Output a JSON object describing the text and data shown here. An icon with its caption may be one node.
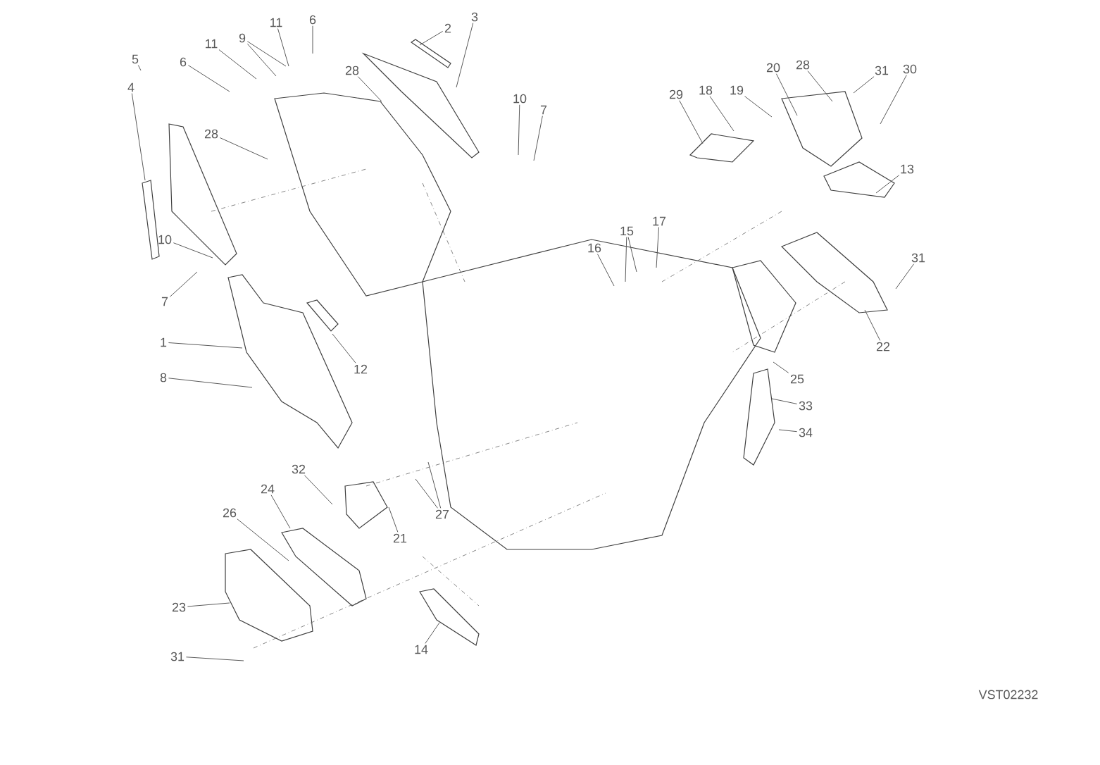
{
  "diagram": {
    "nodes": [
      {
        "text": [
          "5"
        ]
      },
      {
        "text": [
          "4"
        ]
      },
      {
        "text": [
          "6"
        ]
      },
      {
        "text": [
          "11"
        ]
      },
      {
        "text": [
          "9"
        ]
      },
      {
        "text": [
          "11"
        ]
      },
      {
        "text": [
          "6"
        ]
      },
      {
        "text": [
          "28"
        ]
      },
      {
        "text": [
          "28"
        ]
      },
      {
        "text": [
          "2"
        ]
      },
      {
        "text": [
          "3"
        ]
      },
      {
        "text": [
          "10"
        ]
      },
      {
        "text": [
          "7"
        ]
      },
      {
        "text": [
          "10"
        ]
      },
      {
        "text": [
          "7"
        ]
      },
      {
        "text": [
          "1"
        ]
      },
      {
        "text": [
          "12"
        ]
      },
      {
        "text": [
          "8"
        ]
      },
      {
        "text": [
          "29"
        ]
      },
      {
        "text": [
          "18"
        ]
      },
      {
        "text": [
          "19"
        ]
      },
      {
        "text": [
          "20"
        ]
      },
      {
        "text": [
          "28"
        ]
      },
      {
        "text": [
          "31"
        ]
      },
      {
        "text": [
          "30"
        ]
      },
      {
        "text": [
          "13"
        ]
      },
      {
        "text": [
          "31"
        ]
      },
      {
        "text": [
          "22"
        ]
      },
      {
        "text": [
          "17"
        ]
      },
      {
        "text": [
          "15"
        ]
      },
      {
        "text": [
          "16"
        ]
      },
      {
        "text": [
          "25"
        ]
      },
      {
        "text": [
          "33"
        ]
      },
      {
        "text": [
          "34"
        ]
      },
      {
        "text": [
          "32"
        ]
      },
      {
        "text": [
          "24"
        ]
      },
      {
        "text": [
          "21"
        ]
      },
      {
        "text": [
          "27"
        ]
      },
      {
        "text": [
          "26"
        ]
      },
      {
        "text": [
          "23"
        ]
      },
      {
        "text": [
          "14"
        ]
      },
      {
        "text": [
          "31"
        ]
      }
    ],
    "edges": [
      {
        "from": 0,
        "to": null,
        "arrow": "none"
      },
      {
        "from": 1,
        "to": null,
        "arrow": "none"
      },
      {
        "from": 2,
        "to": null,
        "arrow": "none"
      },
      {
        "from": 3,
        "to": null,
        "arrow": "none"
      },
      {
        "from": 4,
        "to": null,
        "arrow": "none"
      },
      {
        "from": 4,
        "to": null,
        "arrow": "none"
      },
      {
        "from": 5,
        "to": null,
        "arrow": "none"
      },
      {
        "from": 6,
        "to": null,
        "arrow": "none"
      },
      {
        "from": 7,
        "to": null,
        "arrow": "none"
      },
      {
        "from": 8,
        "to": null,
        "arrow": "none"
      },
      {
        "from": 9,
        "to": null,
        "arrow": "none"
      },
      {
        "from": 10,
        "to": null,
        "arrow": "none"
      },
      {
        "from": 11,
        "to": null,
        "arrow": "none"
      },
      {
        "from": 12,
        "to": null,
        "arrow": "none"
      },
      {
        "from": 13,
        "to": null,
        "arrow": "none"
      },
      {
        "from": 14,
        "to": null,
        "arrow": "none"
      },
      {
        "from": 15,
        "to": null,
        "arrow": "none"
      },
      {
        "from": 16,
        "to": null,
        "arrow": "none"
      },
      {
        "from": 17,
        "to": null,
        "arrow": "none"
      },
      {
        "from": 18,
        "to": null,
        "arrow": "none"
      },
      {
        "from": 19,
        "to": null,
        "arrow": "none"
      },
      {
        "from": 20,
        "to": null,
        "arrow": "none"
      },
      {
        "from": 21,
        "to": null,
        "arrow": "none"
      },
      {
        "from": 22,
        "to": null,
        "arrow": "none"
      },
      {
        "from": 23,
        "to": null,
        "arrow": "none"
      },
      {
        "from": 24,
        "to": null,
        "arrow": "none"
      },
      {
        "from": 25,
        "to": null,
        "arrow": "none"
      },
      {
        "from": 26,
        "to": null,
        "arrow": "none"
      },
      {
        "from": 27,
        "to": null,
        "arrow": "none"
      },
      {
        "from": 28,
        "to": null,
        "arrow": "none"
      },
      {
        "from": 29,
        "to": null,
        "arrow": "none"
      },
      {
        "from": 29,
        "to": null,
        "arrow": "none"
      },
      {
        "from": 30,
        "to": null,
        "arrow": "none"
      },
      {
        "from": 31,
        "to": null,
        "arrow": "none"
      },
      {
        "from": 32,
        "to": null,
        "arrow": "none"
      },
      {
        "from": 33,
        "to": null,
        "arrow": "none"
      },
      {
        "from": 34,
        "to": null,
        "arrow": "none"
      },
      {
        "from": 35,
        "to": null,
        "arrow": "none"
      },
      {
        "from": 36,
        "to": null,
        "arrow": "none"
      },
      {
        "from": 37,
        "to": null,
        "arrow": "none"
      },
      {
        "from": 37,
        "to": null,
        "arrow": "none"
      },
      {
        "from": 38,
        "to": null,
        "arrow": "none"
      },
      {
        "from": 39,
        "to": null,
        "arrow": "none"
      },
      {
        "from": 40,
        "to": null,
        "arrow": "none"
      },
      {
        "from": 41,
        "to": null,
        "arrow": "none"
      }
    ],
    "labels": [
      "VST02232"
    ]
  }
}
